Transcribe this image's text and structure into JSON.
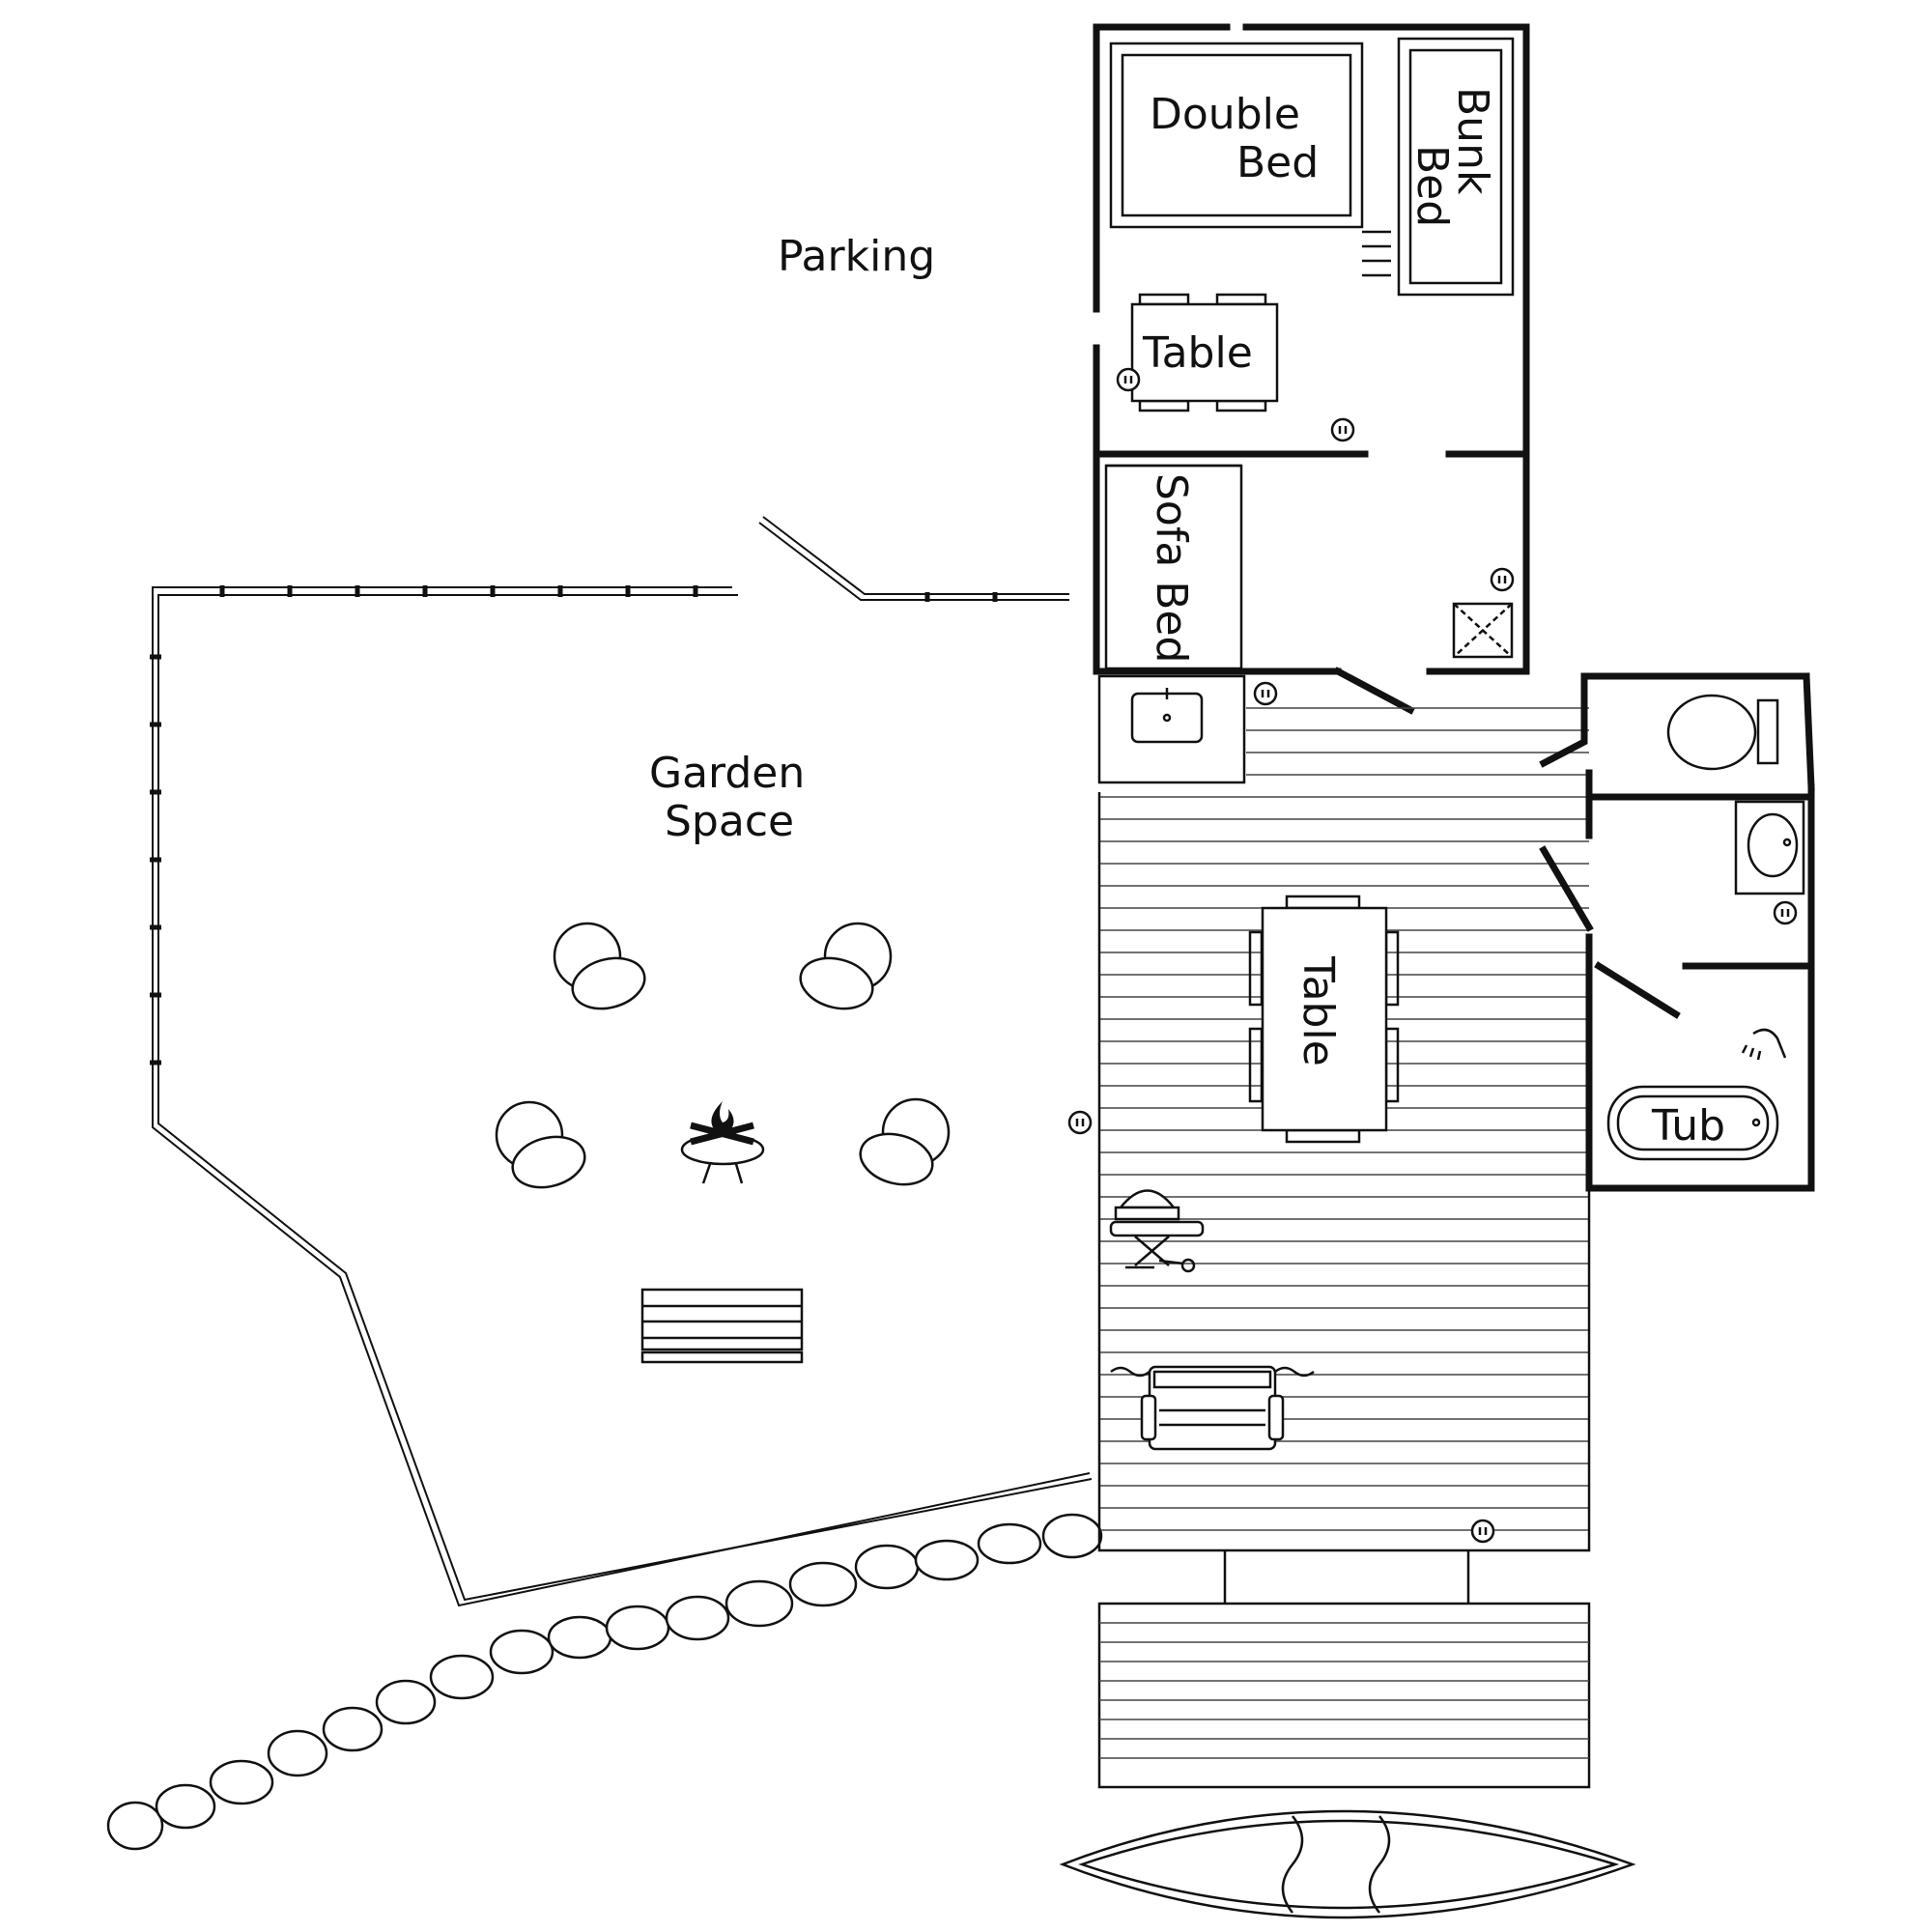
{
  "labels": {
    "parking": "Parking",
    "garden_line1": "Garden",
    "garden_line2": "Space",
    "double_bed_line1": "Double",
    "double_bed_line2": "Bed",
    "bunk_bed_line1": "Bunk",
    "bunk_bed_line2": "Bed",
    "table_cabin": "Table",
    "sofa_bed": "Sofa Bed",
    "table_deck": "Table",
    "tub": "Tub"
  },
  "icons": [
    "fire-pit-icon",
    "grill-icon",
    "outlet-icon",
    "shower-icon",
    "toilet-icon",
    "sink-icon",
    "canoe-icon",
    "porch-swing-icon"
  ],
  "colors": {
    "ink": "#111111",
    "background": "#ffffff"
  }
}
